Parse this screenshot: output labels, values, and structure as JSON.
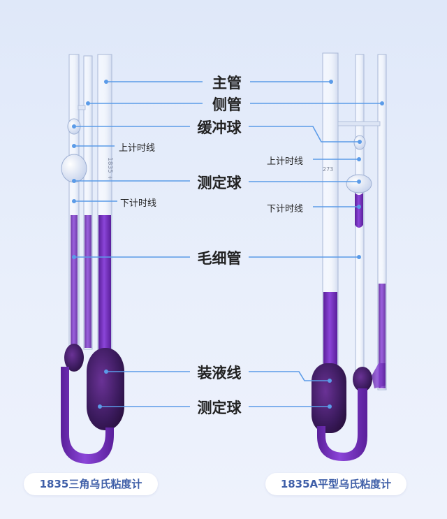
{
  "labels": {
    "main_tube": "主管",
    "side_tube": "侧管",
    "buffer_bulb": "缓冲球",
    "upper_timing_line": "上计时线",
    "measuring_bulb": "测定球",
    "lower_timing_line": "下计时线",
    "capillary": "毛细管",
    "fill_line": "装液线",
    "measuring_bulb_lower": "测定球"
  },
  "captions": {
    "left": "1835三角乌氏粘度计",
    "right": "1835A平型乌氏粘度计"
  },
  "colors": {
    "leader_line": "#5b9be8",
    "liquid": "#7a2fc4",
    "liquid_dark": "#3a1a5c",
    "caption_text": "#3f5fa8"
  }
}
